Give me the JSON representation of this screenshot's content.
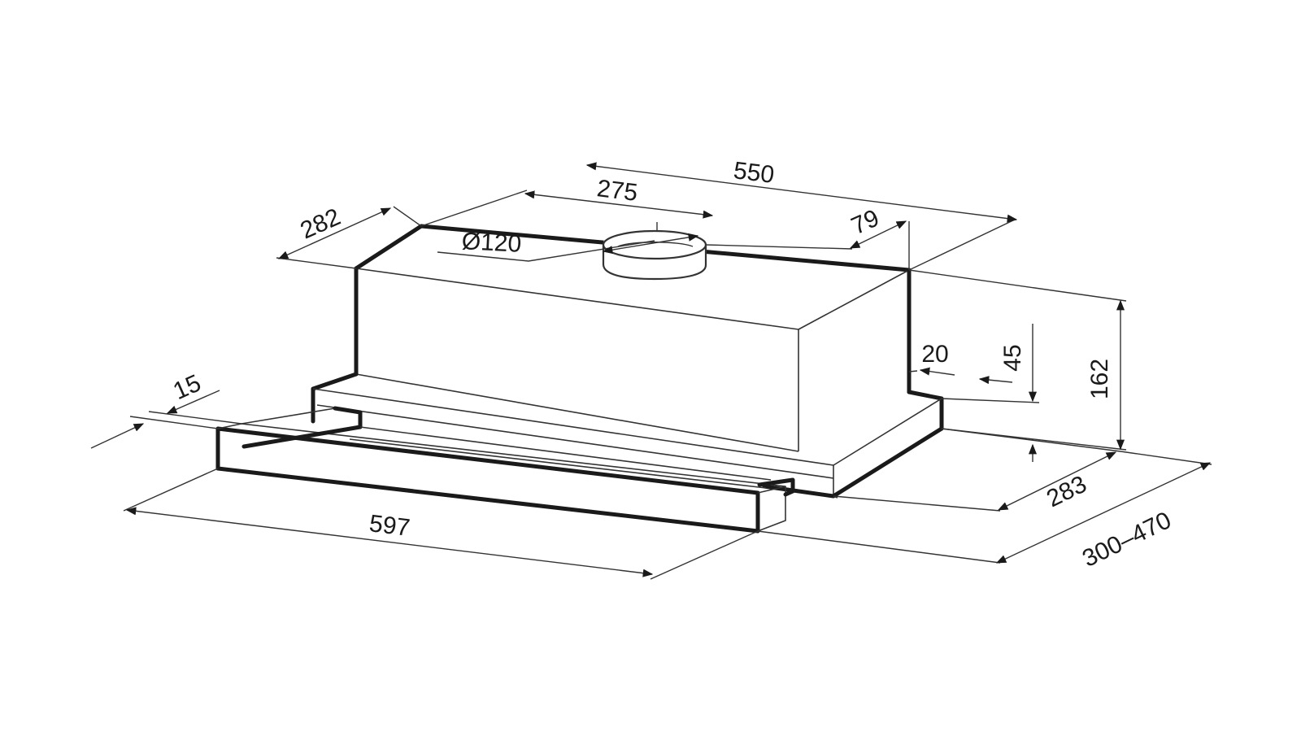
{
  "dimensions": {
    "overall_width": "550",
    "duct_offset_x": "275",
    "body_depth": "282",
    "duct_diameter": "Ø120",
    "duct_offset_back": "79",
    "height_total": "162",
    "height_front": "45",
    "step_depth": "20",
    "panel_thickness": "15",
    "front_width": "597",
    "depth_min": "283",
    "depth_range": "300–470"
  },
  "colors": {
    "line": "#1a1a1a",
    "background": "#ffffff"
  }
}
